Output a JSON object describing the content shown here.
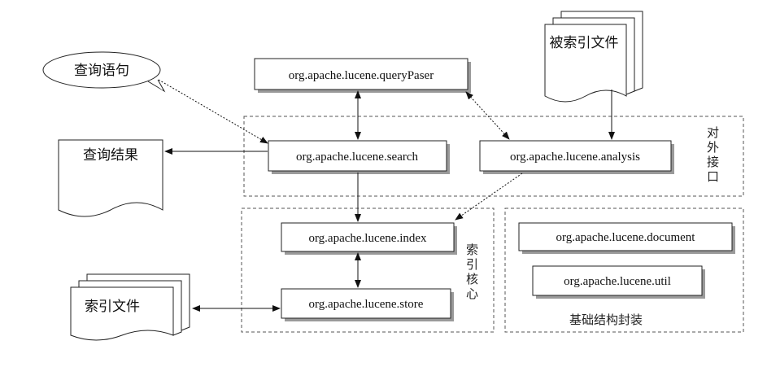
{
  "nodes": {
    "query_statement": "查询语句",
    "query_result": "查询结果",
    "indexed_files": "被索引文件",
    "index_files": "索引文件",
    "query_parser": "org.apache.lucene.queryPaser",
    "search": "org.apache.lucene.search",
    "analysis": "org.apache.lucene.analysis",
    "index": "org.apache.lucene.index",
    "store": "org.apache.lucene.store",
    "document": "org.apache.lucene.document",
    "util": "org.apache.lucene.util"
  },
  "groups": {
    "external_interface": [
      "对",
      "外",
      "接",
      "口"
    ],
    "index_core": [
      "索",
      "引",
      "核",
      "心"
    ],
    "infrastructure": "基础结构封装"
  }
}
